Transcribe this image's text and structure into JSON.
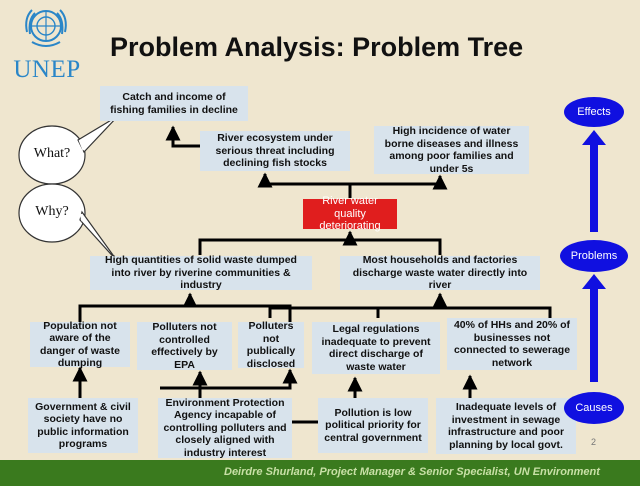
{
  "logo": {
    "text": "UNEP"
  },
  "title": "Problem Analysis: Problem Tree",
  "bubbles": {
    "what": "What?",
    "why": "Why?"
  },
  "effects": {
    "catch": "Catch and income of fishing families in decline",
    "ecosystem": "River ecosystem under serious threat including declining fish stocks",
    "disease": "High incidence of water borne diseases and illness among poor families and under 5s"
  },
  "problem": "River water quality deteriorating",
  "causes_l1": {
    "solid_waste": "High quantities of solid waste dumped into river by riverine communities & industry",
    "waste_water": "Most households and factories discharge waste water directly into river"
  },
  "causes_l2": {
    "awareness": "Population not aware of the danger of waste dumping",
    "epa_control": "Polluters not controlled effectively by EPA",
    "disclosed": "Polluters not publically disclosed",
    "regulations": "Legal regulations inadequate to prevent direct discharge of waste water",
    "sewerage": "40% of HHs and 20% of businesses not connected to sewerage network"
  },
  "causes_l3": {
    "public_info": "Government & civil society have no public information programs",
    "epa_incapable": "Environment Protection Agency incapable of controlling polluters and closely aligned with industry interest",
    "priority": "Pollution is low political priority for central government",
    "investment": "Inadequate levels of investment in sewage infrastructure and poor planning by local govt."
  },
  "side": {
    "effects": "Effects",
    "problems": "Problems",
    "causes": "Causes"
  },
  "page_number": "2",
  "footer": "Deirdre Shurland, Project Manager & Senior Specialist, UN Environment",
  "colors": {
    "box": "#d8e3ec",
    "problem": "#e01e1e",
    "side": "#1010e0",
    "footer": "#3a7a1e"
  }
}
